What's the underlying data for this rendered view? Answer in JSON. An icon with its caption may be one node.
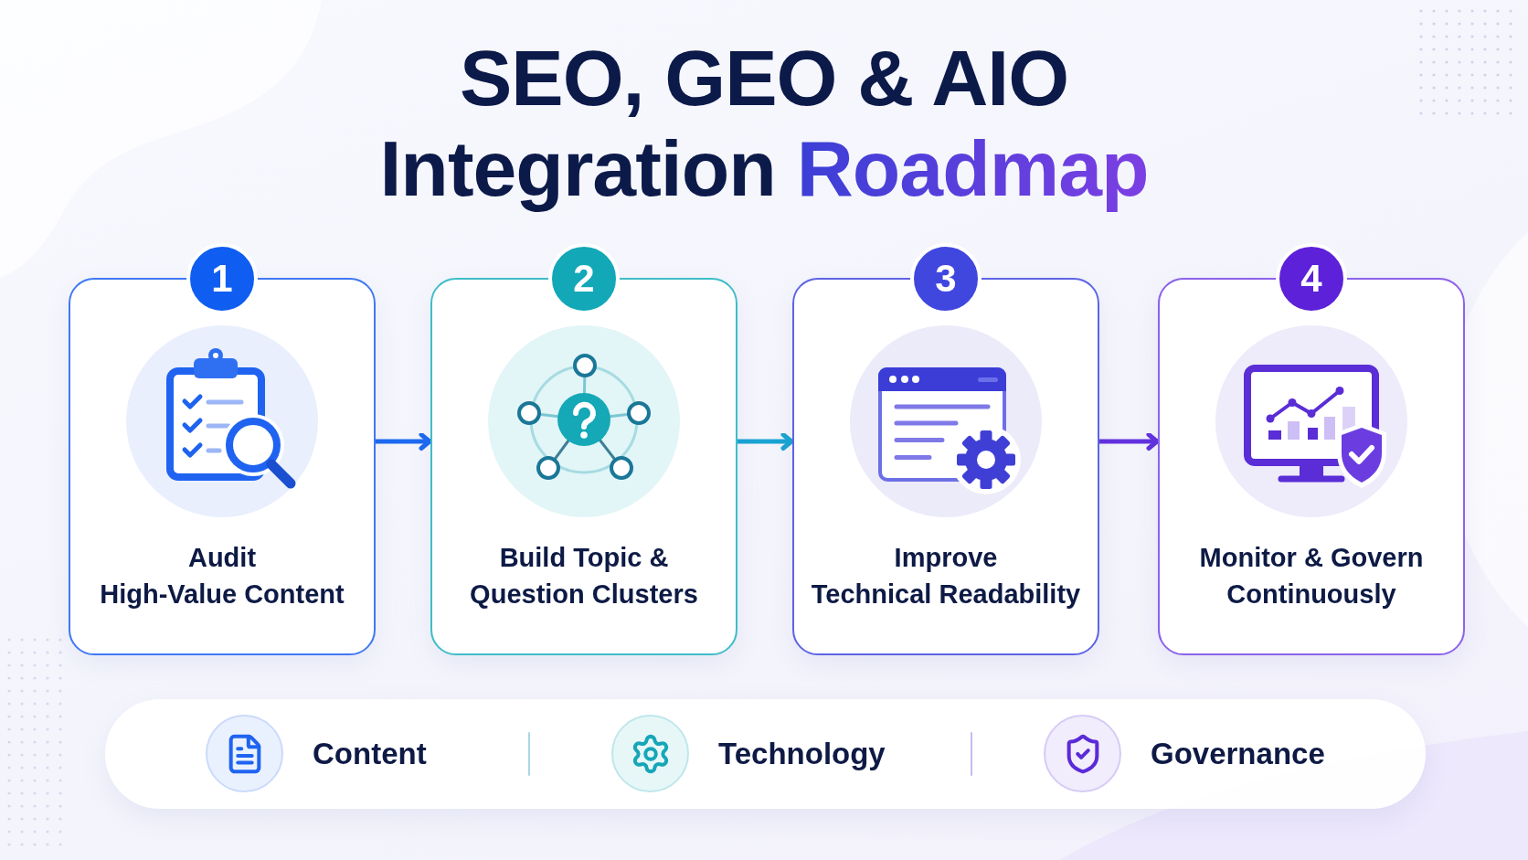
{
  "diagram": {
    "title": "SEO, GEO & AIO Integration Roadmap",
    "nodes": [
      {
        "text": [
          "1",
          "Audit High-Value Content"
        ]
      },
      {
        "text": [
          "2",
          "Build Topic & Question Clusters"
        ]
      },
      {
        "text": [
          "3",
          "Improve Technical Readability"
        ]
      },
      {
        "text": [
          "4",
          "Monitor & Govern Continuously"
        ]
      }
    ],
    "edges": [
      {
        "from": 0,
        "to": 1,
        "arrow": "to",
        "color": "#1e6af0"
      },
      {
        "from": 1,
        "to": 2,
        "arrow": "to",
        "color": "#1aa4d3"
      },
      {
        "from": 2,
        "to": 3,
        "arrow": "to",
        "color": "#6232de"
      }
    ],
    "legend": [
      {
        "text": "Content"
      },
      {
        "text": "Technology"
      },
      {
        "text": "Governance"
      }
    ]
  }
}
